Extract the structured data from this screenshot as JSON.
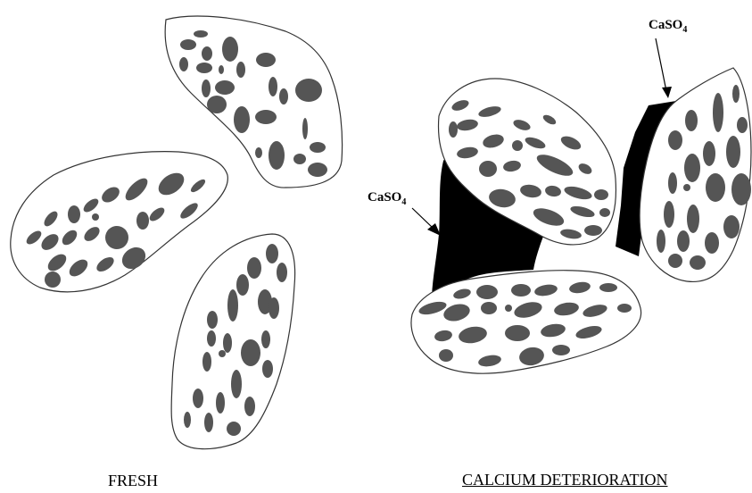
{
  "labels": {
    "fresh": "FRESH",
    "calcium_deterioration": "CALCIUM DETERIORATION"
  },
  "annotations": [
    {
      "formula_main": "CaSO",
      "formula_sub": "4"
    },
    {
      "formula_main": "CaSO",
      "formula_sub": "4"
    }
  ],
  "colors": {
    "grain_fill": "#ffffff",
    "grain_outline": "#333333",
    "pore": "#555555",
    "deposit": "#000000"
  }
}
